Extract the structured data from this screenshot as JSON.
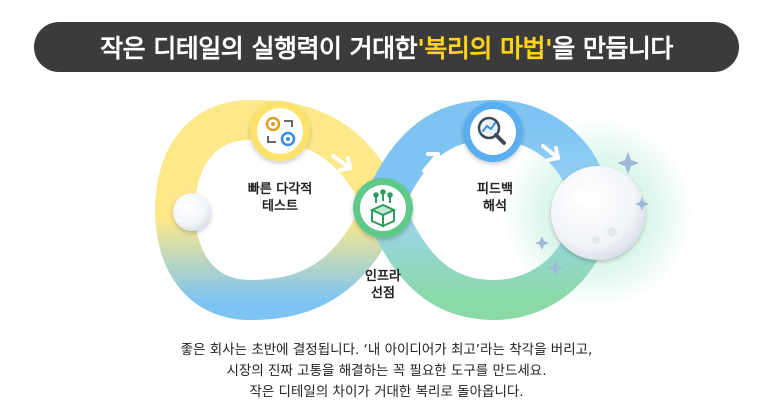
{
  "title": {
    "prefix": "작은 디테일의 실행력이 거대한 ",
    "highlight": "'복리의 마법'",
    "suffix": "을 만듭니다"
  },
  "nodes": [
    {
      "id": "fast-test",
      "lines": [
        "빠른 다각적",
        "테스트"
      ],
      "icon": "gears-cycle-icon"
    },
    {
      "id": "infra",
      "lines": [
        "인프라",
        "선점"
      ],
      "icon": "network-box-icon"
    },
    {
      "id": "feedback",
      "lines": [
        "피드백",
        "해석"
      ],
      "icon": "magnifier-chart-icon"
    }
  ],
  "caption": [
    "좋은 회사는 초반에 결정됩니다. ‘내 아이디어가 최고’라는 착각을 버리고,",
    "시장의 진짜 고통을 해결하는 꼭 필요한 도구를 만드세요.",
    "작은 디테일의 차이가 거대한 복리로 돌아옵니다."
  ],
  "colors": {
    "title_bg": "#3b3b3b",
    "highlight": "#ffd31a",
    "loop_yellow": "#fde98a",
    "loop_blue": "#7ec4f2",
    "loop_green": "#8ad9a6",
    "node_ring_yellow": "#fbe26a",
    "node_ring_green": "#5fc98a",
    "node_ring_blue": "#5aaef0"
  }
}
